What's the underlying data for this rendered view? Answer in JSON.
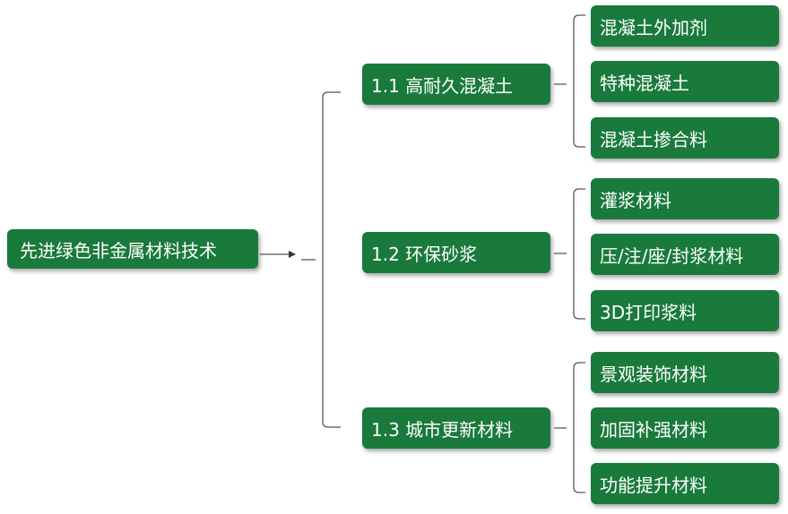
{
  "colors": {
    "box": "#1a7a3c",
    "text": "#ffffff",
    "line": "#555555"
  },
  "root": {
    "label": "先进绿色非金属材料技术"
  },
  "branches": [
    {
      "label": "1.1 高耐久混凝土",
      "children": [
        "混凝土外加剂",
        "特种混凝土",
        "混凝土掺合料"
      ]
    },
    {
      "label": "1.2 环保砂浆",
      "children": [
        "灌浆材料",
        "压/注/座/封浆材料",
        "3D打印浆料"
      ]
    },
    {
      "label": "1.3 城市更新材料",
      "children": [
        "景观装饰材料",
        "加固补强材料",
        "功能提升材料"
      ]
    }
  ]
}
